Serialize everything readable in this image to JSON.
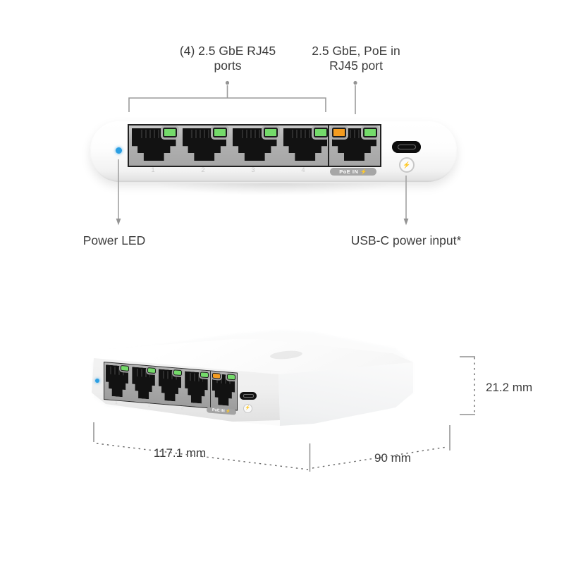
{
  "annotations": {
    "ports_label": {
      "line1": "(4) 2.5 GbE RJ45",
      "line2": "ports"
    },
    "poe_label": {
      "line1": "2.5 GbE, PoE in",
      "line2": "RJ45 port"
    },
    "power_led_label": "Power LED",
    "usb_power_label": "USB-C power input*"
  },
  "device": {
    "port_numbers": [
      "1",
      "2",
      "3",
      "4"
    ],
    "poe_badge_text": "PoE IN ⚡"
  },
  "dimensions": {
    "width": "117.1 mm",
    "depth": "90 mm",
    "height": "21.2 mm"
  },
  "icons": {
    "lightning_icon": "⚡"
  },
  "colors": {
    "led_green": "#74da6a",
    "led_orange": "#f49c20",
    "power_led_blue": "#2b9fe3",
    "panel_gray": "#b0b0b0",
    "badge_gray": "#a6a6a6",
    "callout_line_gray": "#9b9b9b",
    "text_dark": "#3c3c3c",
    "case_white": "#fdfdfd"
  }
}
